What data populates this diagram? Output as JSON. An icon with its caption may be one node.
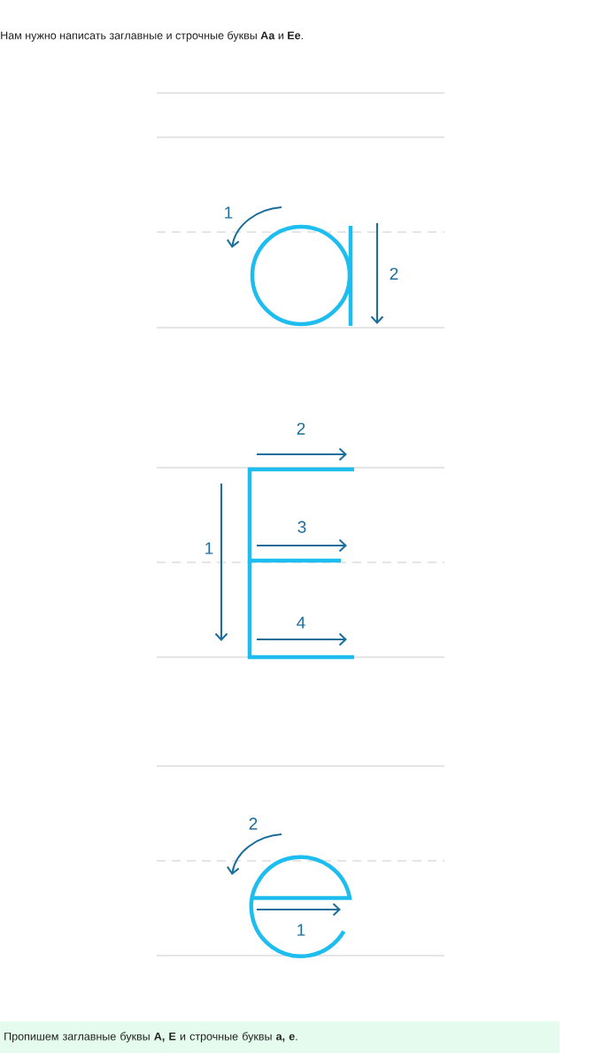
{
  "diagram": {
    "nodes": [
      {
        "text": [
          "Пропишем заглавные буквы **А, Е** и строчные буквы **а, е**."
        ]
      }
    ],
    "labels": [
      "Нам нужно написать заглавные и строчные буквы **Аа** и **Ее**.",
      "1",
      "2",
      "2",
      "3",
      "1",
      "4",
      "2",
      "1"
    ]
  }
}
